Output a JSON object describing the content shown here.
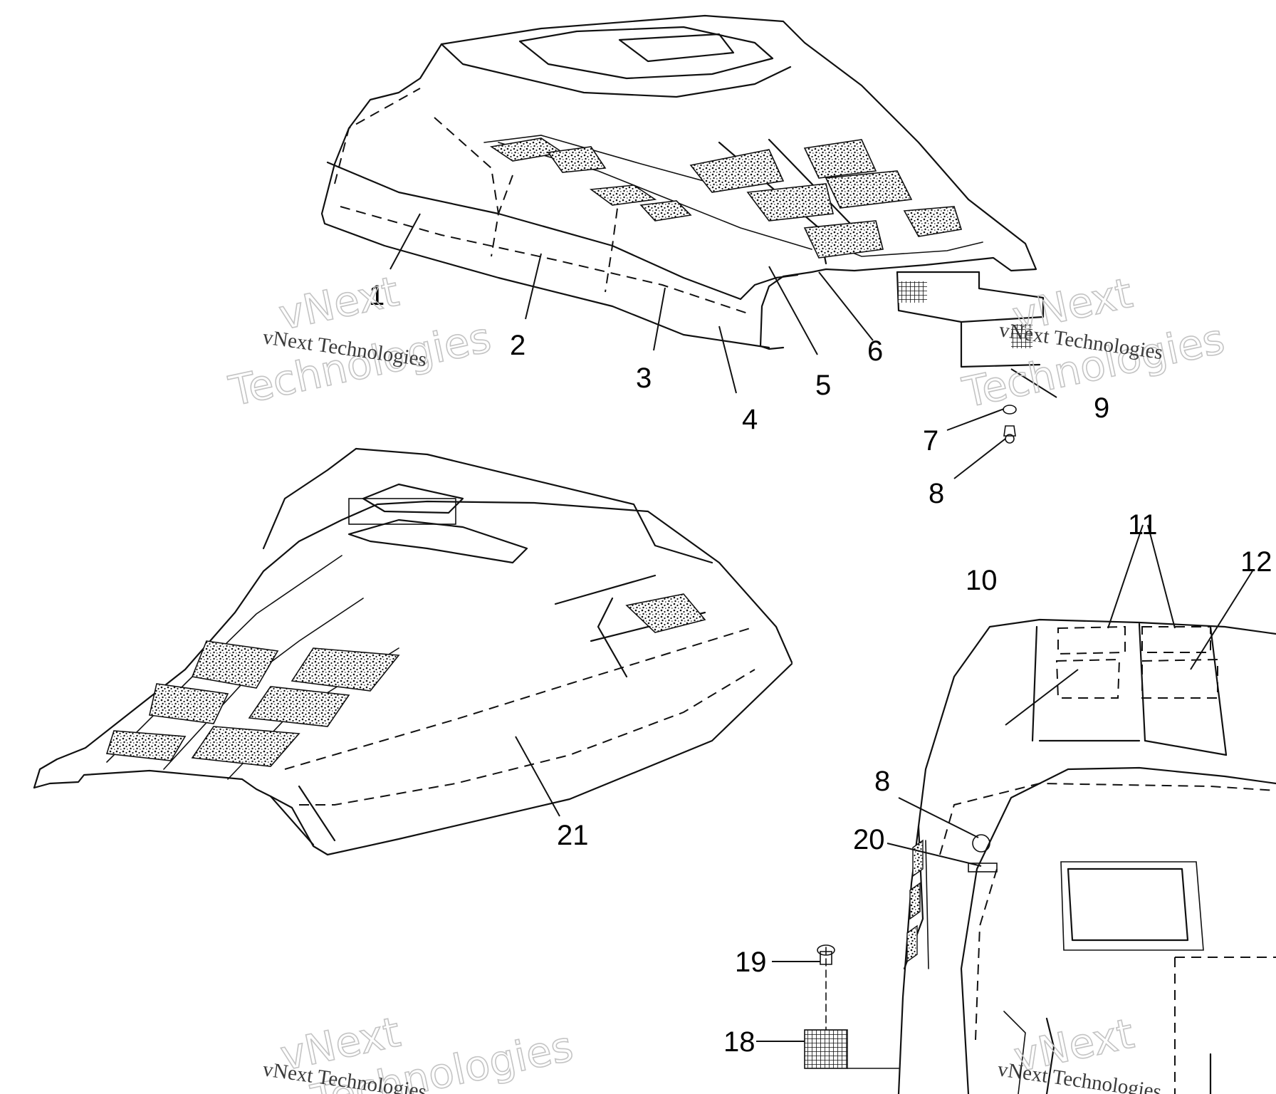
{
  "callouts": [
    {
      "label": "1"
    },
    {
      "label": "2"
    },
    {
      "label": "3"
    },
    {
      "label": "4"
    },
    {
      "label": "5"
    },
    {
      "label": "6"
    },
    {
      "label": "7"
    },
    {
      "label": "8"
    },
    {
      "label": "9"
    },
    {
      "label": "10"
    },
    {
      "label": "11"
    },
    {
      "label": "12"
    },
    {
      "label": "8"
    },
    {
      "label": "20"
    },
    {
      "label": "21"
    },
    {
      "label": "19"
    },
    {
      "label": "18"
    }
  ],
  "watermark": {
    "brand_line1": "vNext",
    "brand_line2": "Technologies",
    "caption": "vNext Technologies"
  },
  "colors": {
    "line": "#111111",
    "background": "#ffffff",
    "watermark": "#c4c4c4"
  }
}
